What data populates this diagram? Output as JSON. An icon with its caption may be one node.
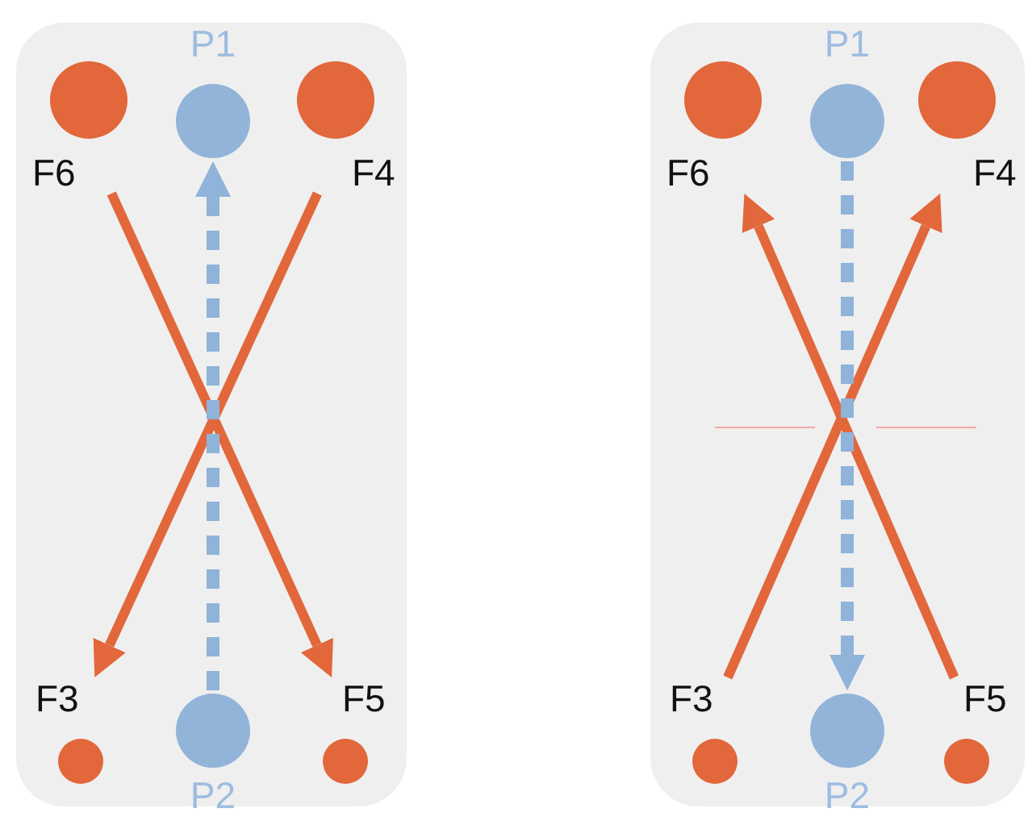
{
  "diagram": {
    "nodes": [
      {
        "text": [],
        "shape": "box"
      },
      {
        "text": [
          "F6"
        ],
        "in": 0
      },
      {
        "text": [
          "P1"
        ],
        "in": 0
      },
      {
        "text": [
          "F4"
        ],
        "in": 0
      },
      {
        "text": [
          "F3"
        ],
        "in": 0
      },
      {
        "text": [
          "P2"
        ],
        "in": 0
      },
      {
        "text": [
          "F5"
        ],
        "in": 0
      },
      {
        "text": [],
        "shape": "box"
      },
      {
        "text": [
          "F6"
        ],
        "in": 7
      },
      {
        "text": [
          "P1"
        ],
        "in": 7
      },
      {
        "text": [
          "F4"
        ],
        "in": 7
      },
      {
        "text": [
          "F3"
        ],
        "in": 7
      },
      {
        "text": [
          "P2"
        ],
        "in": 7
      },
      {
        "text": [
          "F5"
        ],
        "in": 7
      }
    ],
    "edges": [
      {
        "from": 1,
        "to": 6,
        "arrow": "to"
      },
      {
        "from": 3,
        "to": 4,
        "arrow": "to"
      },
      {
        "from": 5,
        "to": 2,
        "arrow": "to",
        "style": "dashed",
        "color": "#8fb3d9"
      },
      {
        "from": 13,
        "to": 8,
        "arrow": "to"
      },
      {
        "from": 11,
        "to": 10,
        "arrow": "to"
      },
      {
        "from": 9,
        "to": 12,
        "arrow": "to",
        "style": "dashed",
        "color": "#8fb3d9"
      }
    ]
  }
}
